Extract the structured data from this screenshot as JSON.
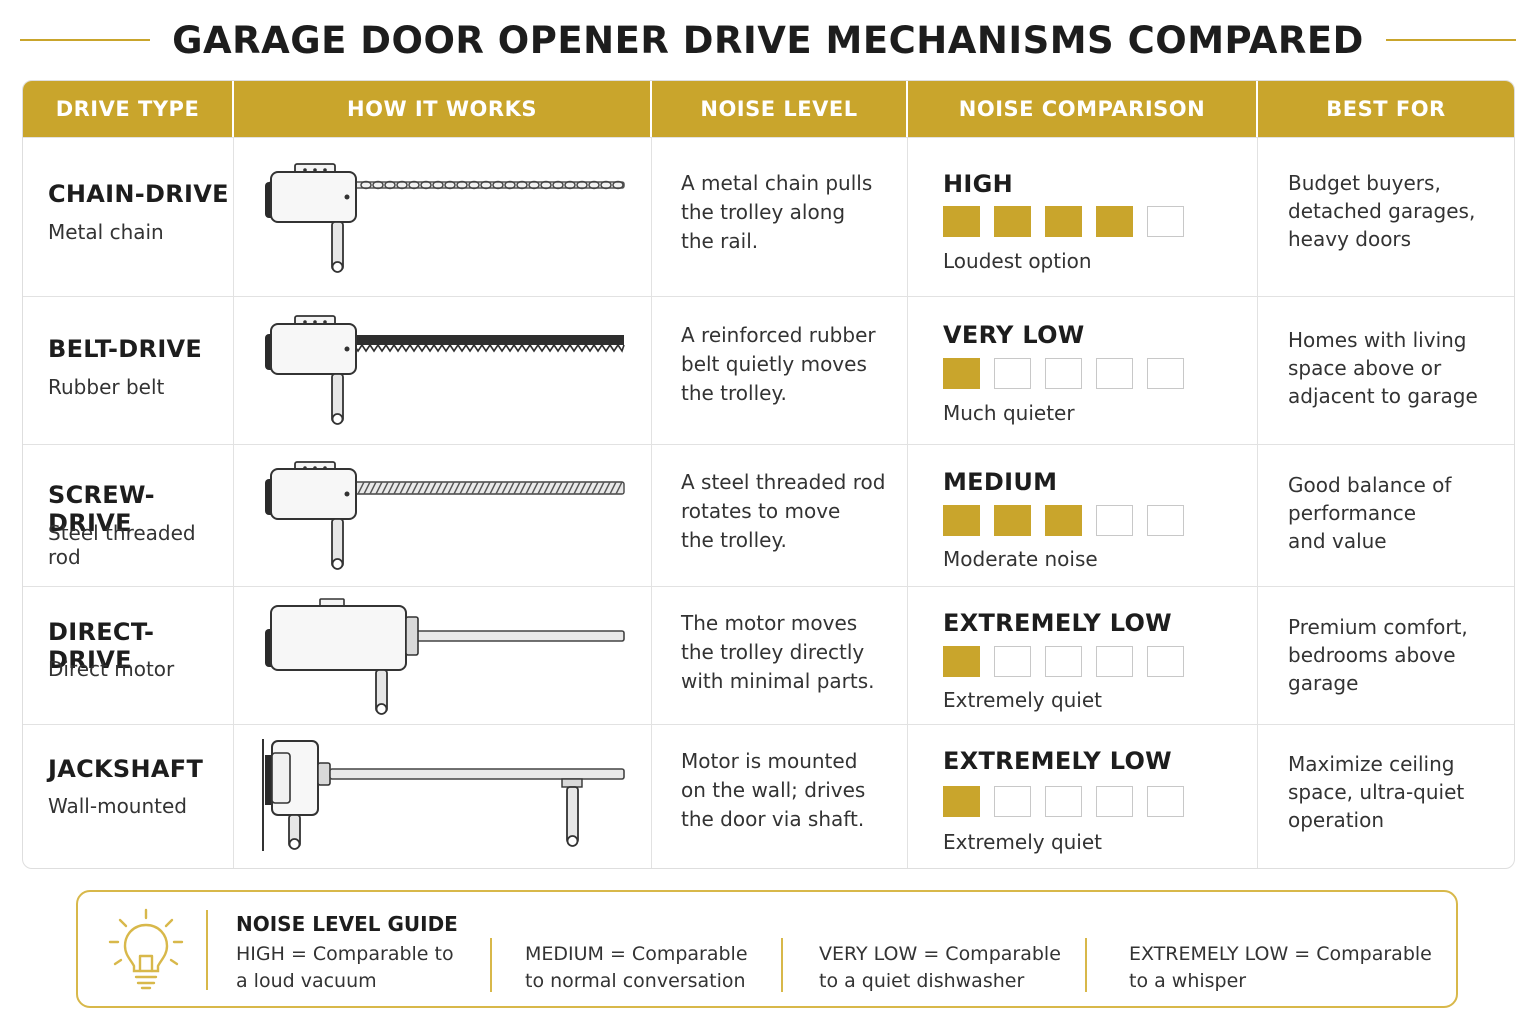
{
  "title": "GARAGE DOOR OPENER DRIVE MECHANISMS COMPARED",
  "headers": [
    "DRIVE TYPE",
    "HOW IT WORKS",
    "NOISE LEVEL",
    "NOISE COMPARISON",
    "BEST FOR"
  ],
  "rows": [
    {
      "name": "CHAIN-DRIVE",
      "sub": "Metal chain",
      "rail": "chain-rail",
      "desc": [
        "A metal chain pulls",
        "the trolley along",
        "the rail."
      ],
      "level": "HIGH",
      "filled": 4,
      "total": 5,
      "note": "Loudest option",
      "best": [
        "Budget buyers,",
        "detached garages,",
        "heavy doors"
      ]
    },
    {
      "name": "BELT-DRIVE",
      "sub": "Rubber belt",
      "rail": "belt-rail",
      "desc": [
        "A reinforced rubber",
        "belt quietly moves",
        "the trolley."
      ],
      "level": "VERY LOW",
      "filled": 1,
      "total": 5,
      "note": "Much quieter",
      "best": [
        "Homes with living",
        "space above or",
        "adjacent to garage"
      ]
    },
    {
      "name": "SCREW-DRIVE",
      "sub": "Steel threaded rod",
      "rail": "screw-rail",
      "desc": [
        "A steel threaded rod",
        "rotates to move",
        "the trolley."
      ],
      "level": "MEDIUM",
      "filled": 3,
      "total": 5,
      "note": "Moderate noise",
      "best": [
        "Good balance of",
        "performance",
        "and value"
      ]
    },
    {
      "name": "DIRECT-DRIVE",
      "sub": "Direct motor",
      "rail": "direct-rail",
      "desc": [
        "The motor moves",
        "the trolley directly",
        "with minimal parts."
      ],
      "level": "EXTREMELY LOW",
      "filled": 1,
      "total": 5,
      "note": "Extremely quiet",
      "best": [
        "Premium comfort,",
        "bedrooms above",
        "garage"
      ]
    },
    {
      "name": "JACKSHAFT",
      "sub": "Wall-mounted",
      "rail": "jackshaft-rail",
      "desc": [
        "Motor is mounted",
        "on the wall; drives",
        "the door via shaft."
      ],
      "level": "EXTREMELY LOW",
      "filled": 1,
      "total": 5,
      "note": "Extremely quiet",
      "best": [
        "Maximize ceiling",
        "space, ultra-quiet",
        "operation"
      ]
    }
  ],
  "guide": {
    "title": "NOISE LEVEL GUIDE",
    "icon": "lightbulb-icon",
    "items": [
      {
        "level": "HIGH",
        "line1": " = Comparable to",
        "line2": "a loud vacuum"
      },
      {
        "level": "MEDIUM",
        "line1": " = Comparable",
        "line2": "to normal conversation"
      },
      {
        "level": "VERY LOW",
        "line1": " = Comparable",
        "line2": "to a quiet dishwasher"
      },
      {
        "level": "EXTREMELY LOW",
        "line1": " = Comparable",
        "line2": "to a whisper"
      }
    ]
  },
  "colors": {
    "accent": "#c9a52c",
    "empty_bar_border": "#c8c8c8",
    "text": "#1d1d1d"
  }
}
